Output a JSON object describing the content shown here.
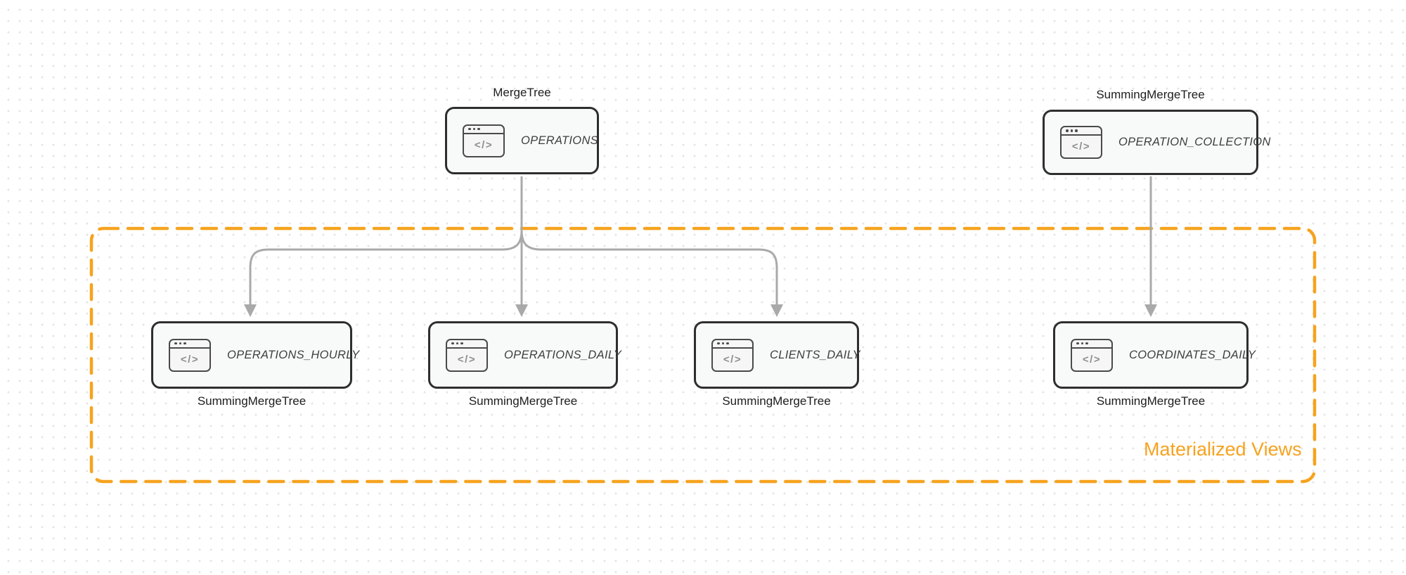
{
  "diagram": {
    "kind": "database-table-relationship-diagram",
    "container": {
      "label": "Materialized Views"
    },
    "icon": {
      "code_glyph": "</>"
    },
    "nodes": [
      {
        "id": "operations",
        "name": "OPERATIONS",
        "engine": "MergeTree",
        "engine_position": "above"
      },
      {
        "id": "operation-collection",
        "name": "OPERATION_COLLECTION",
        "engine": "SummingMergeTree",
        "engine_position": "above"
      },
      {
        "id": "operations-hourly",
        "name": "OPERATIONS_HOURLY",
        "engine": "SummingMergeTree",
        "engine_position": "below"
      },
      {
        "id": "operations-daily",
        "name": "OPERATIONS_DAILY",
        "engine": "SummingMergeTree",
        "engine_position": "below"
      },
      {
        "id": "clients-daily",
        "name": "CLIENTS_DAILY",
        "engine": "SummingMergeTree",
        "engine_position": "below"
      },
      {
        "id": "coordinates-daily",
        "name": "COORDINATES_DAILY",
        "engine": "SummingMergeTree",
        "engine_position": "below"
      }
    ],
    "edges": [
      {
        "from": "operations",
        "to": "operations-hourly"
      },
      {
        "from": "operations",
        "to": "operations-daily"
      },
      {
        "from": "operations",
        "to": "clients-daily"
      },
      {
        "from": "operation-collection",
        "to": "coordinates-daily"
      }
    ]
  },
  "colors": {
    "accent_orange": "#F6A31F",
    "node_border": "#2E2E2E",
    "node_fill": "#F8F9F9",
    "icon_stroke": "#4A4A4A",
    "icon_glyph": "#8E8E8E",
    "arrow_gray": "#A9A9A9",
    "engine_text": "#1D1D1F",
    "node_text": "#3E3E3E",
    "background": "#FFFFFF",
    "dot_grid": "#E4E4E4"
  }
}
